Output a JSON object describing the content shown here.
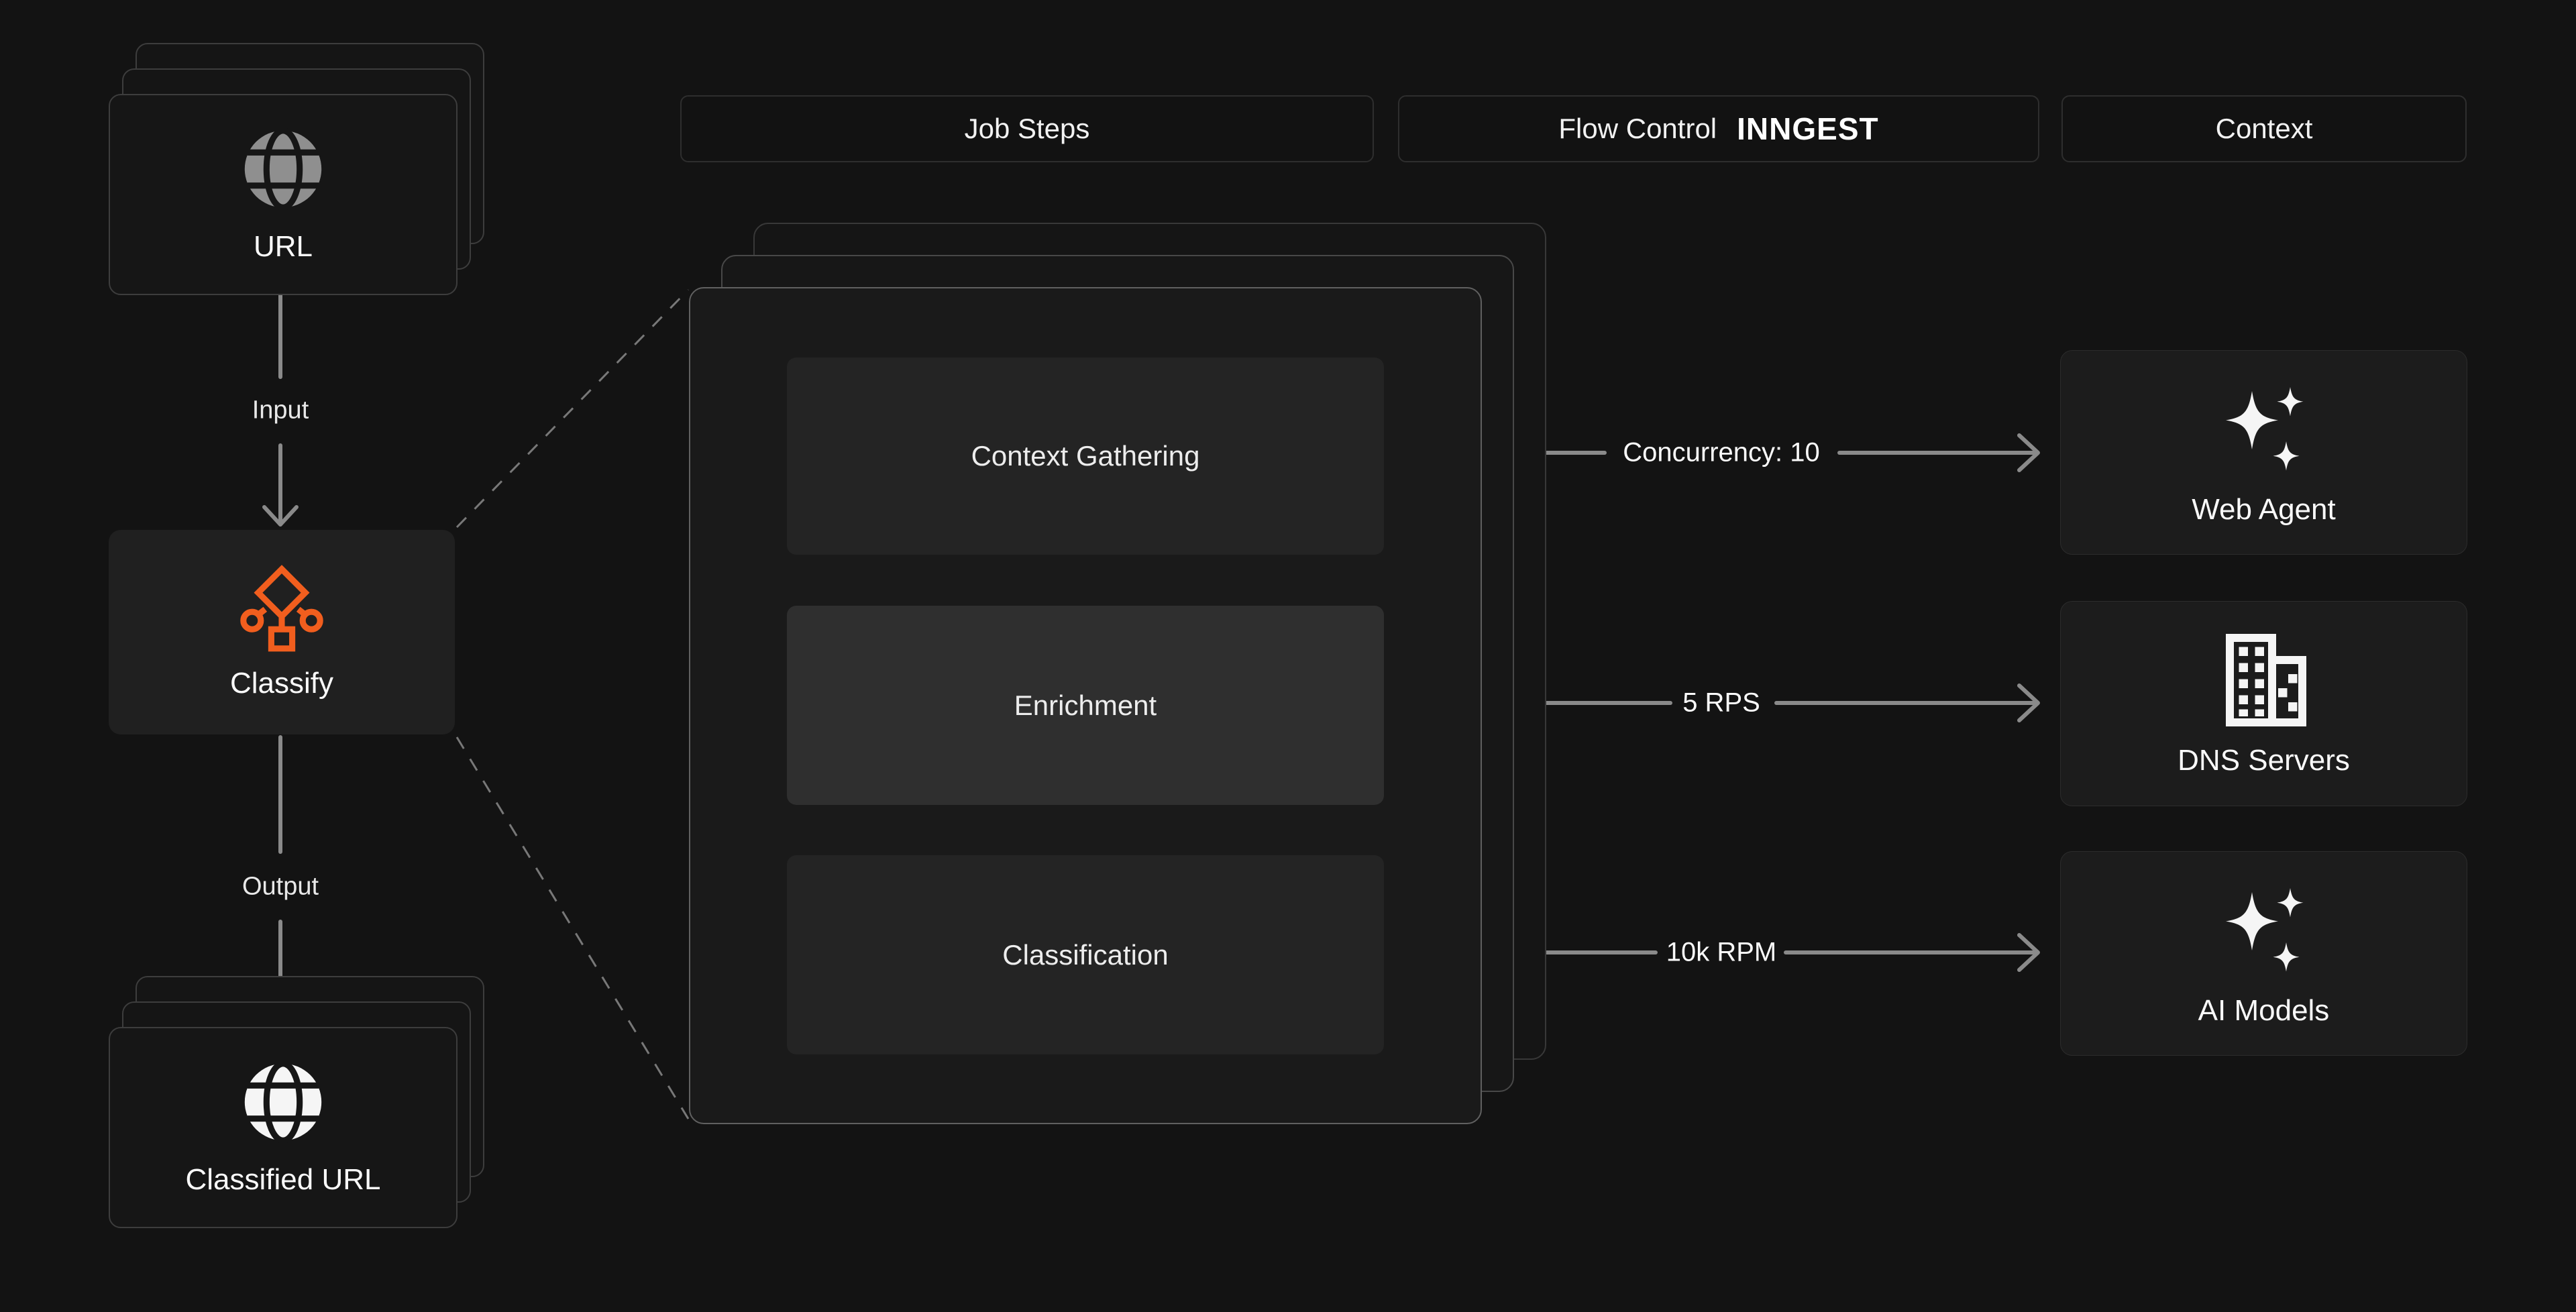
{
  "headers": {
    "job_steps": "Job Steps",
    "flow_control": "Flow Control",
    "inngest_logo": "INNGEST",
    "context": "Context"
  },
  "input_stack": {
    "title": "URL",
    "icon": "globe-icon"
  },
  "classify": {
    "title": "Classify",
    "icon": "decision-tree-icon"
  },
  "output_stack": {
    "title": "Classified URL",
    "icon": "globe-icon"
  },
  "flow_labels": {
    "input": "Input",
    "output": "Output"
  },
  "job_steps": [
    {
      "label": "Context Gathering",
      "highlighted": false
    },
    {
      "label": "Enrichment",
      "highlighted": true
    },
    {
      "label": "Classification",
      "highlighted": false
    }
  ],
  "connections": [
    {
      "from": "Context Gathering",
      "to": "Web Agent",
      "label": "Concurrency: 10"
    },
    {
      "from": "Enrichment",
      "to": "DNS Servers",
      "label": "5 RPS"
    },
    {
      "from": "Classification",
      "to": "AI Models",
      "label": "10k RPM"
    }
  ],
  "context_nodes": [
    {
      "label": "Web Agent",
      "icon": "sparkles-icon"
    },
    {
      "label": "DNS Servers",
      "icon": "building-icon"
    },
    {
      "label": "AI Models",
      "icon": "sparkles-icon"
    }
  ],
  "colors": {
    "background": "#131313",
    "accent_orange": "#F15E1E",
    "arrow_gray": "#8A8A8A",
    "dashed_gray": "#787878"
  }
}
